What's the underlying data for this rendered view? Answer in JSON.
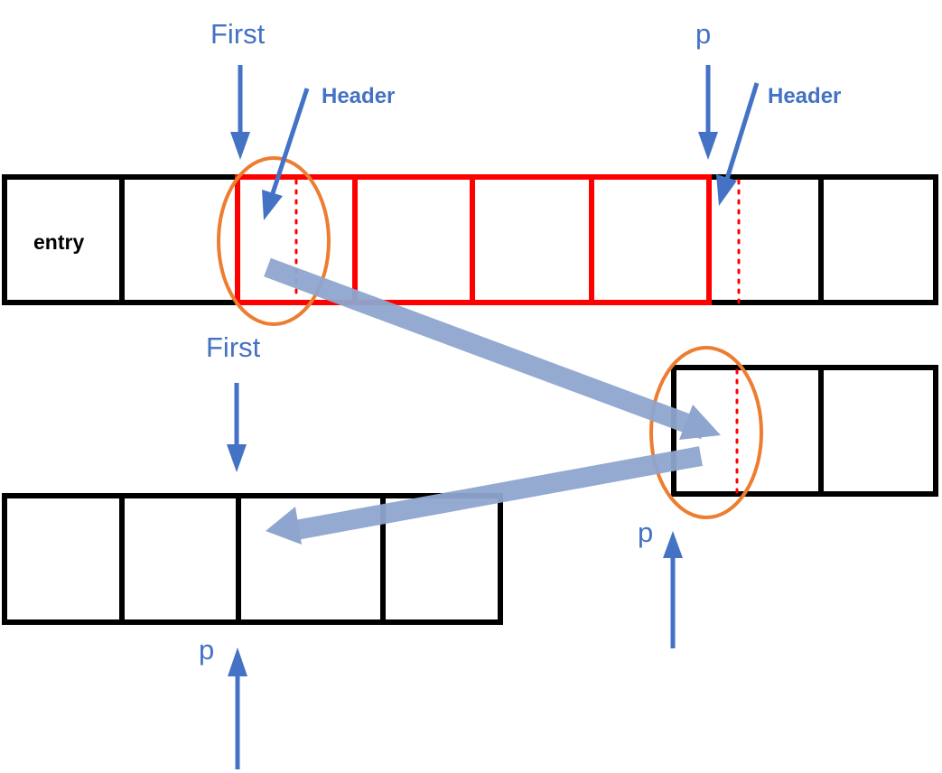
{
  "diagram": {
    "labels": {
      "first_top": "First",
      "header_left": "Header",
      "p_top": "p",
      "header_right": "Header",
      "entry": "entry",
      "first_bottom": "First",
      "p_mid": "p",
      "p_bottom": "p"
    },
    "colors": {
      "cell_border": "#000000",
      "allocated_border": "#FF0000",
      "pointer": "#4472C4",
      "link": "#8EA5CF",
      "highlight": "#ED7D31",
      "divider": "#FF0000"
    }
  }
}
